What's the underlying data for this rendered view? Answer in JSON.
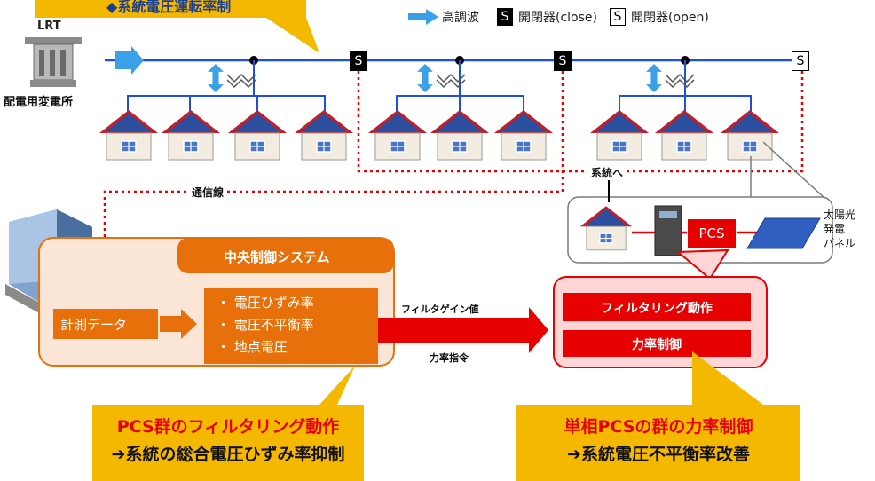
{
  "top_callout": {
    "text": "◆系統電圧運転率制"
  },
  "legend": {
    "harmonic": "高調波",
    "switch_close_symbol": "S",
    "switch_close": "開閉器(close)",
    "switch_open_symbol": "S",
    "switch_open": "開閉器(open)"
  },
  "substation": {
    "tag": "LRT",
    "label": "配電用変電所"
  },
  "feeder": {
    "switch_symbol": "S"
  },
  "comm": {
    "line_label": "通信線",
    "to_grid": "系統へ"
  },
  "pcs_box": {
    "pcs": "PCS",
    "panel_label": [
      "太陽光",
      "発電",
      "パネル"
    ]
  },
  "central": {
    "title": "中央制御システム",
    "measure": "計測データ",
    "items": [
      "電圧ひずみ率",
      "電圧不平衡率",
      "地点電圧"
    ]
  },
  "signals": {
    "gain": "フィルタゲイン値",
    "pf_command": "力率指令"
  },
  "pcs_control": {
    "filter": "フィルタリング動作",
    "pf": "力率制御"
  },
  "callout_left": {
    "line1": "PCS群のフィルタリング動作",
    "line2": "➔系統の総合電圧ひずみ率抑制"
  },
  "callout_right": {
    "line1": "単相PCSの群の力率制御",
    "line2": "➔系統電圧不平衡率改善"
  },
  "colors": {
    "feeder": "#1f4fe0",
    "accent": "#e60000",
    "callout": "#f5b800",
    "orange": "#e8700a"
  }
}
